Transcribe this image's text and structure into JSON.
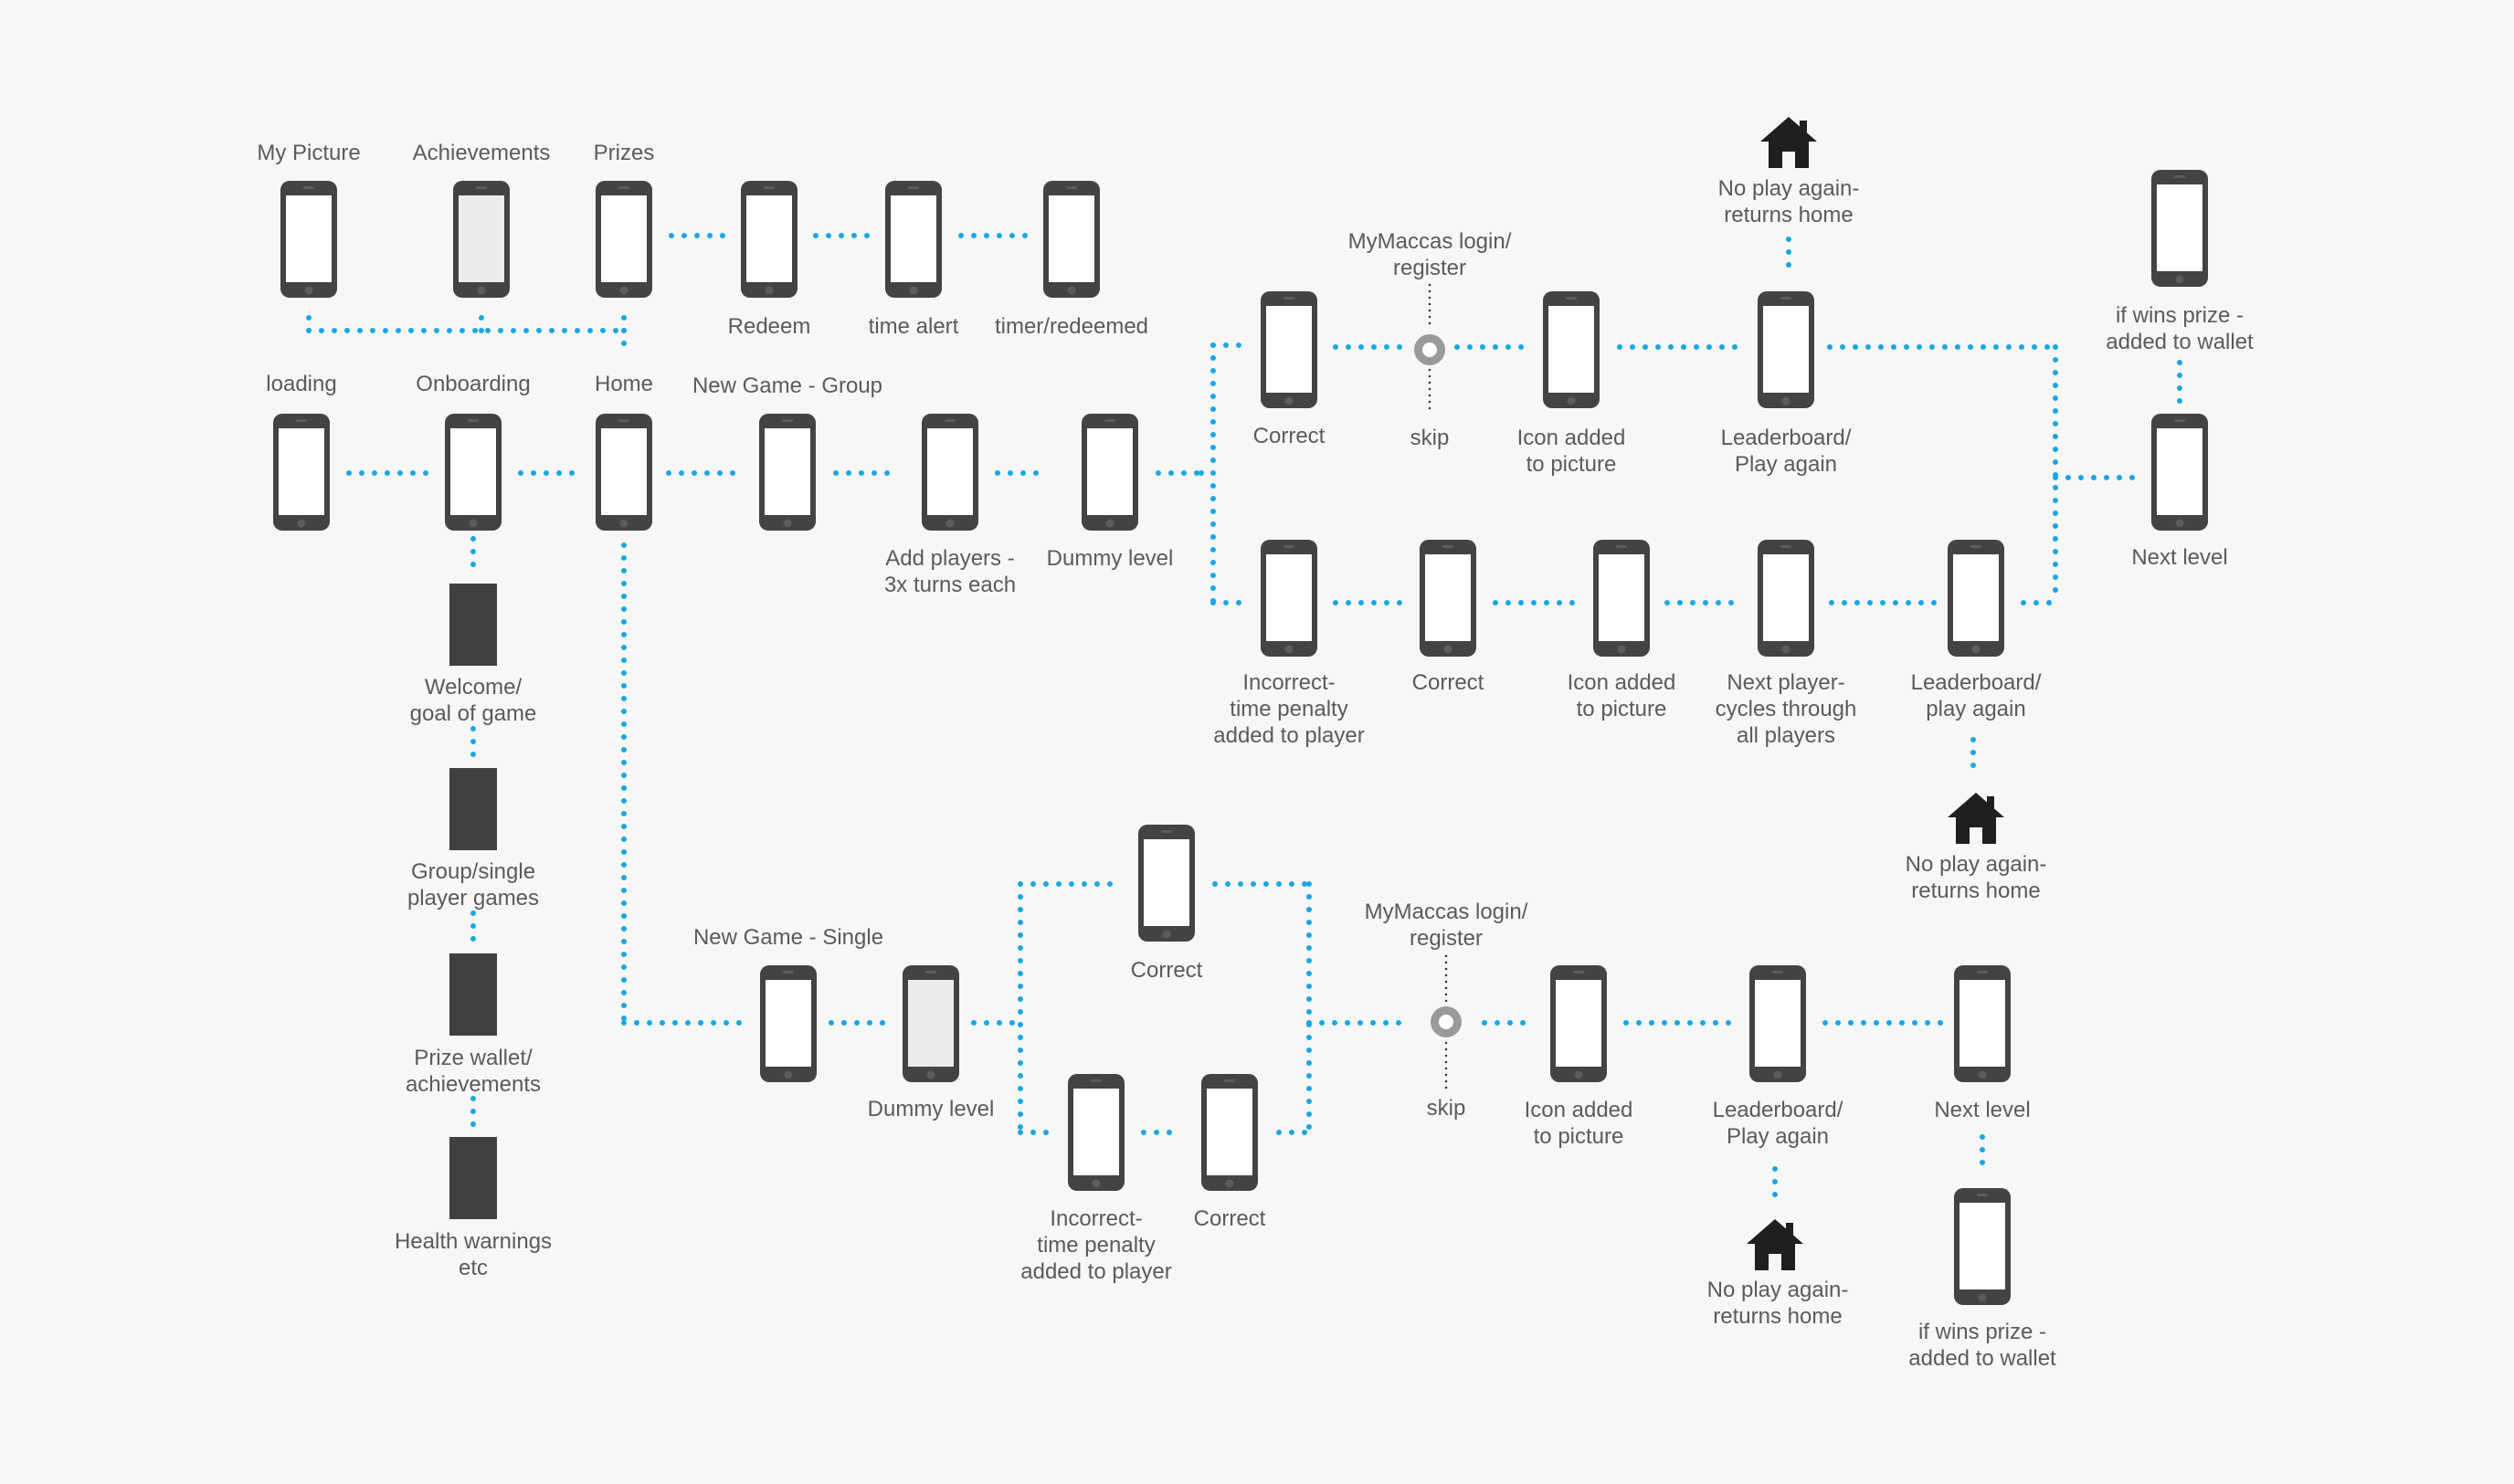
{
  "colors": {
    "background": "#f7f7f7",
    "connector": "#1aa6e4",
    "phone_body": "#434343",
    "phone_screen": "#ffffff",
    "phone_screen_alt": "#ececec",
    "block": "#404040",
    "text": "#5b5b5b",
    "home_icon": "#1f1f1f",
    "skip_node": "#9a9a9a"
  },
  "labels": {
    "my_picture": "My Picture",
    "achievements": "Achievements",
    "prizes": "Prizes",
    "redeem": "Redeem",
    "time_alert": "time alert",
    "timer_redeemed": "timer/redeemed",
    "loading": "loading",
    "onboarding": "Onboarding",
    "home": "Home",
    "new_game_group": "New Game - Group",
    "add_players": [
      "Add players -",
      "3x turns each"
    ],
    "dummy_level_group": "Dummy level",
    "welcome": [
      "Welcome/",
      "goal of game"
    ],
    "group_single": [
      "Group/single",
      "player games"
    ],
    "prize_wallet": [
      "Prize wallet/",
      "achievements"
    ],
    "health_warnings": [
      "Health warnings",
      "etc"
    ],
    "g_mymaccas": [
      "MyMaccas login/",
      "register"
    ],
    "g_correct_top": "Correct",
    "g_skip": "skip",
    "g_icon_added_top": [
      "Icon added",
      "to picture"
    ],
    "g_leaderboard_top": [
      "Leaderboard/",
      "Play again"
    ],
    "g_no_play_top": [
      "No play again-",
      "returns home"
    ],
    "g_wins_prize": [
      "if wins prize -",
      "added to wallet"
    ],
    "g_next_level": "Next level",
    "g_incorrect": [
      "Incorrect-",
      "time penalty",
      "added to player"
    ],
    "g_correct_bottom": "Correct",
    "g_icon_added_bottom": [
      "Icon added",
      "to picture"
    ],
    "g_next_player": [
      "Next player-",
      "cycles through",
      "all players"
    ],
    "g_leaderboard_bottom": [
      "Leaderboard/",
      "play again"
    ],
    "g_no_play_bottom": [
      "No play again-",
      "returns home"
    ],
    "new_game_single": "New Game - Single",
    "s_dummy_level": "Dummy level",
    "s_correct_top": "Correct",
    "s_incorrect": [
      "Incorrect-",
      "time penalty",
      "added to player"
    ],
    "s_correct_bottom": "Correct",
    "s_mymaccas": [
      "MyMaccas login/",
      "register"
    ],
    "s_skip": "skip",
    "s_icon_added": [
      "Icon added",
      "to picture"
    ],
    "s_leaderboard": [
      "Leaderboard/",
      "Play again"
    ],
    "s_next_level": "Next level",
    "s_no_play": [
      "No play again-",
      "returns home"
    ],
    "s_wins_prize": [
      "if wins prize -",
      "added to wallet"
    ]
  }
}
